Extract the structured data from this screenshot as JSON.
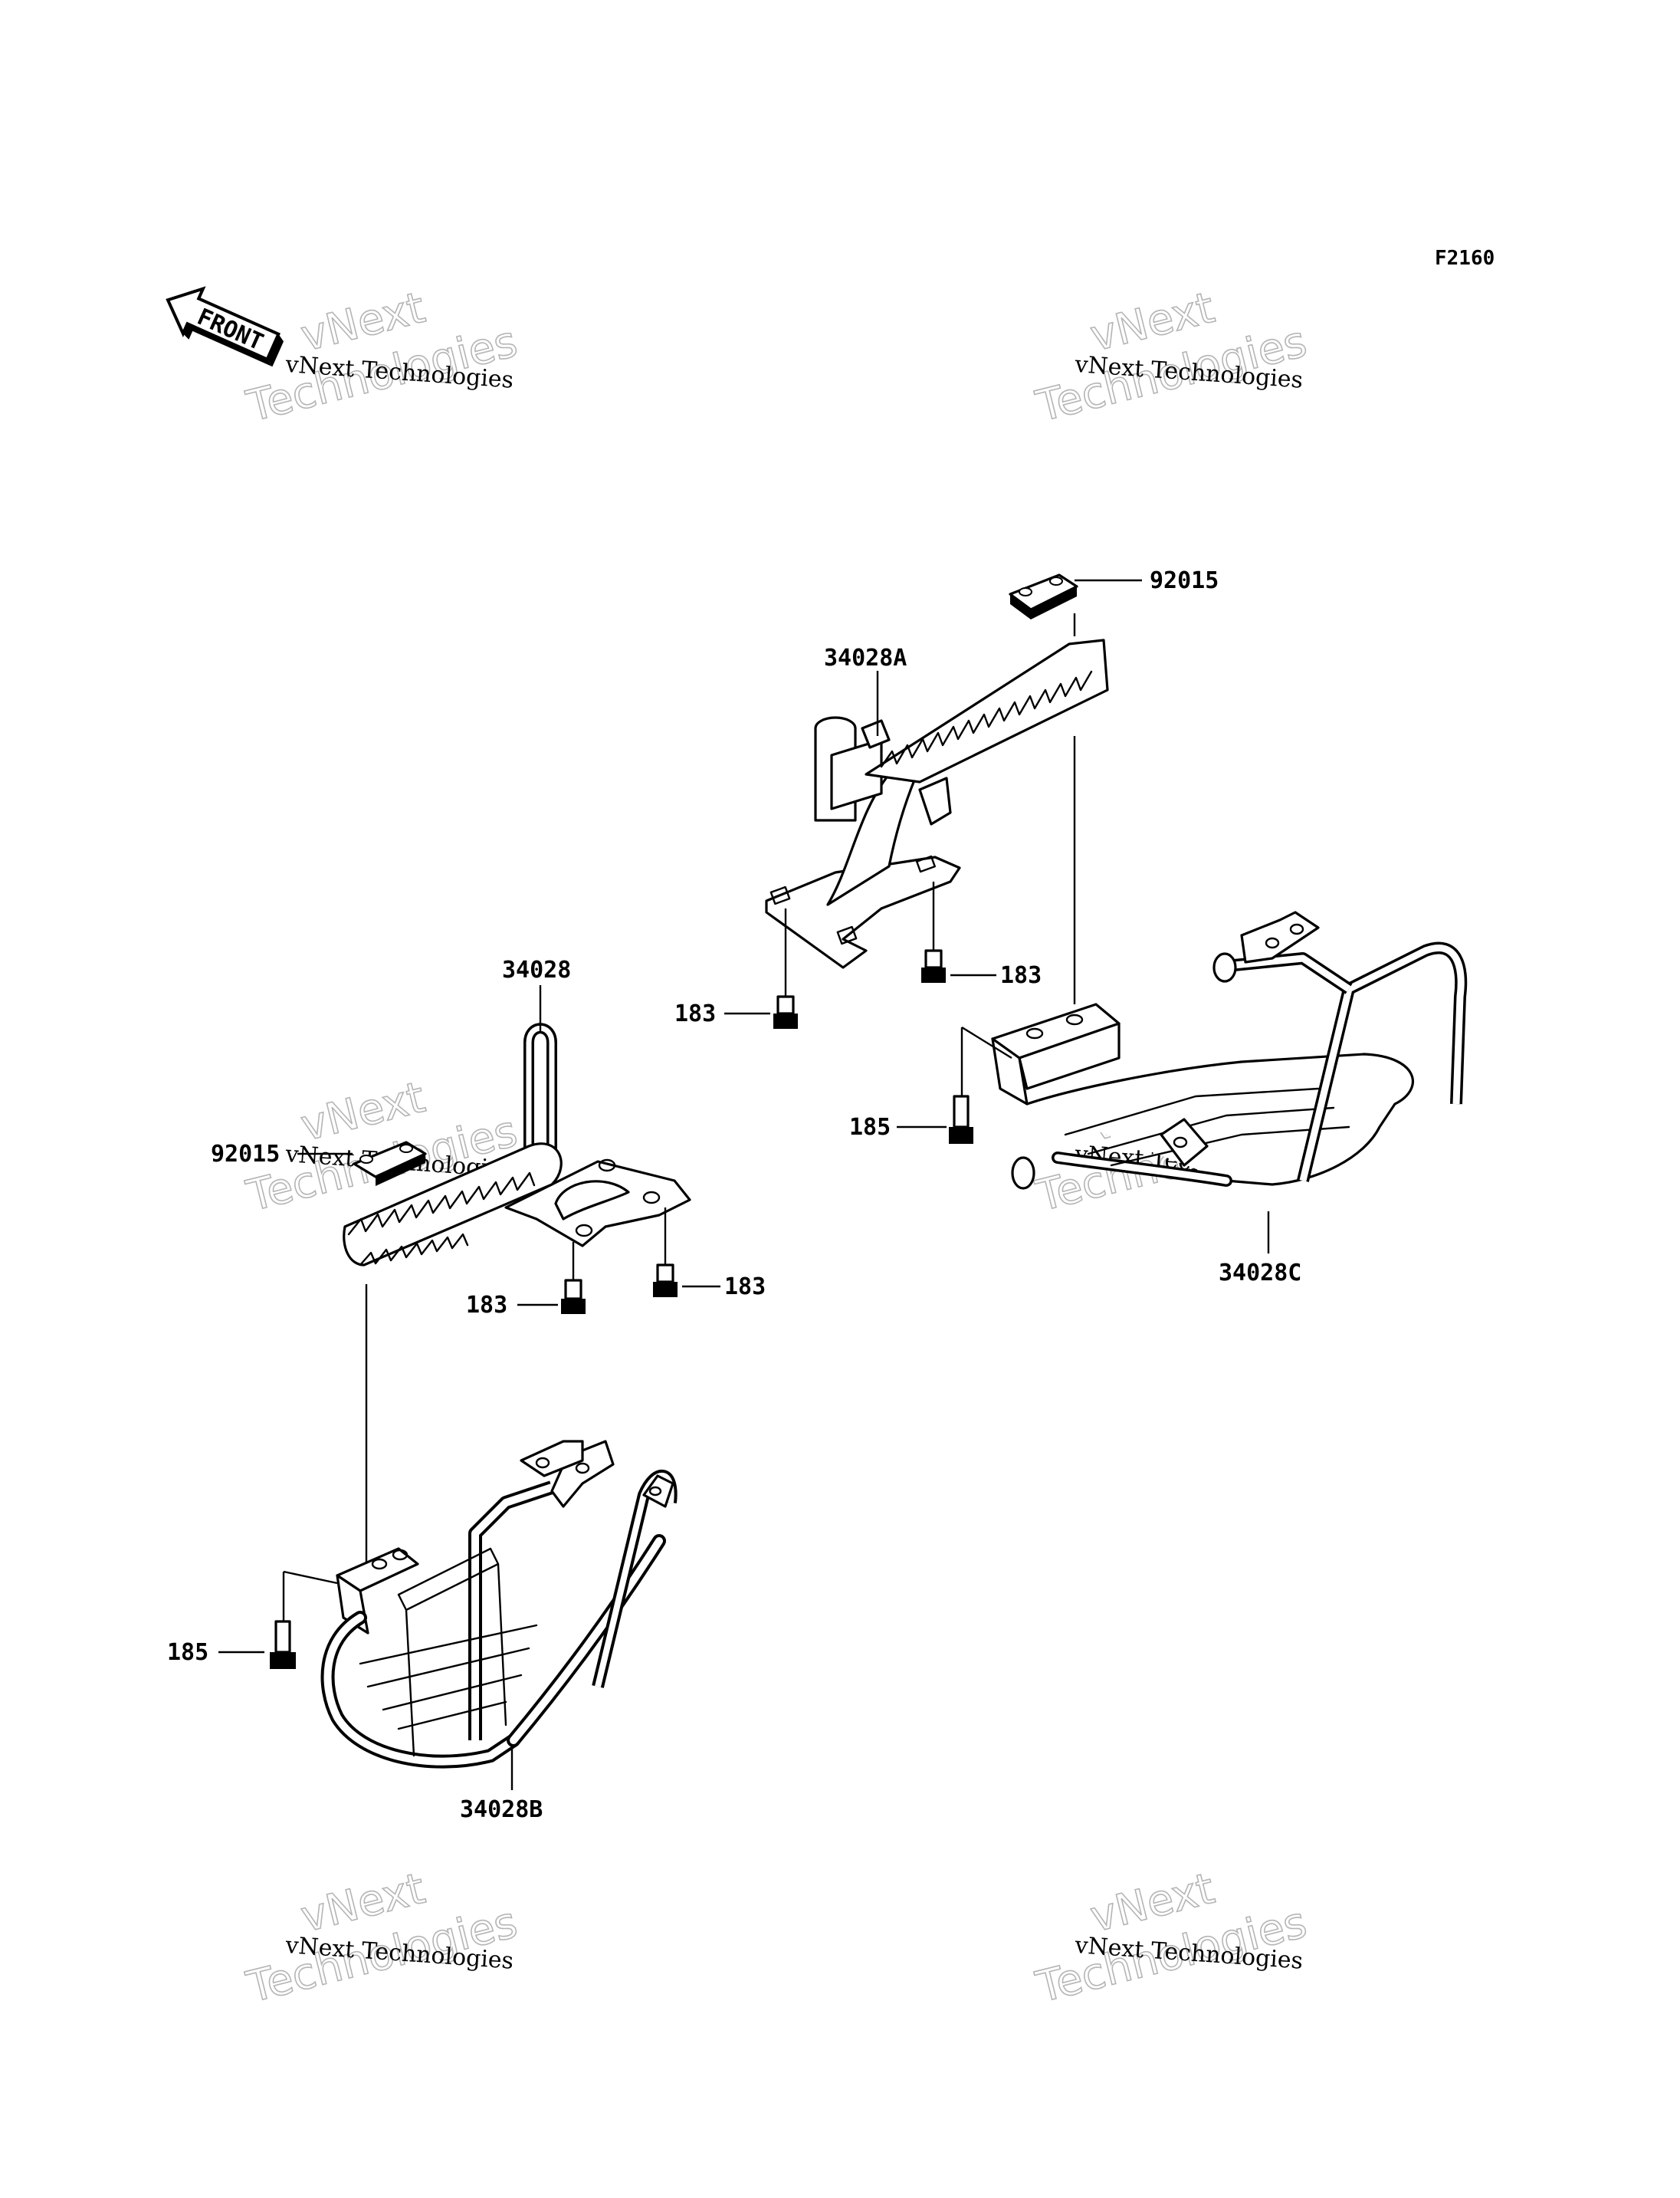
{
  "figure_code": "F2160",
  "front_arrow": {
    "label": "FRONT",
    "icon": "front-arrow-icon"
  },
  "watermarks": [
    {
      "ghost_line1": "vNext",
      "ghost_line2": "Technologies",
      "caption": "vNext Technologies"
    },
    {
      "ghost_line1": "vNext",
      "ghost_line2": "Technologies",
      "caption": "vNext Technologies"
    },
    {
      "ghost_line1": "vNext",
      "ghost_line2": "Technologies",
      "caption": "vNext Technologies"
    },
    {
      "ghost_line1": "vNext",
      "ghost_line2": "Technologies",
      "caption": "vNext Technologies"
    },
    {
      "ghost_line1": "vNext",
      "ghost_line2": "Technologies",
      "caption": "vNext Technologies"
    },
    {
      "ghost_line1": "vNext",
      "ghost_line2": "Technologies",
      "caption": "vNext Technologies"
    }
  ],
  "callouts": {
    "pad_right": "92015",
    "footpeg_right": "34028A",
    "bolt_right_a": "183",
    "bolt_right_b": "183",
    "bolt_right_guard": "185",
    "guard_right": "34028C",
    "footpeg_left": "34028",
    "pad_left": "92015",
    "bolt_left_a": "183",
    "bolt_left_b": "183",
    "bolt_left_guard": "185",
    "guard_left": "34028B"
  }
}
